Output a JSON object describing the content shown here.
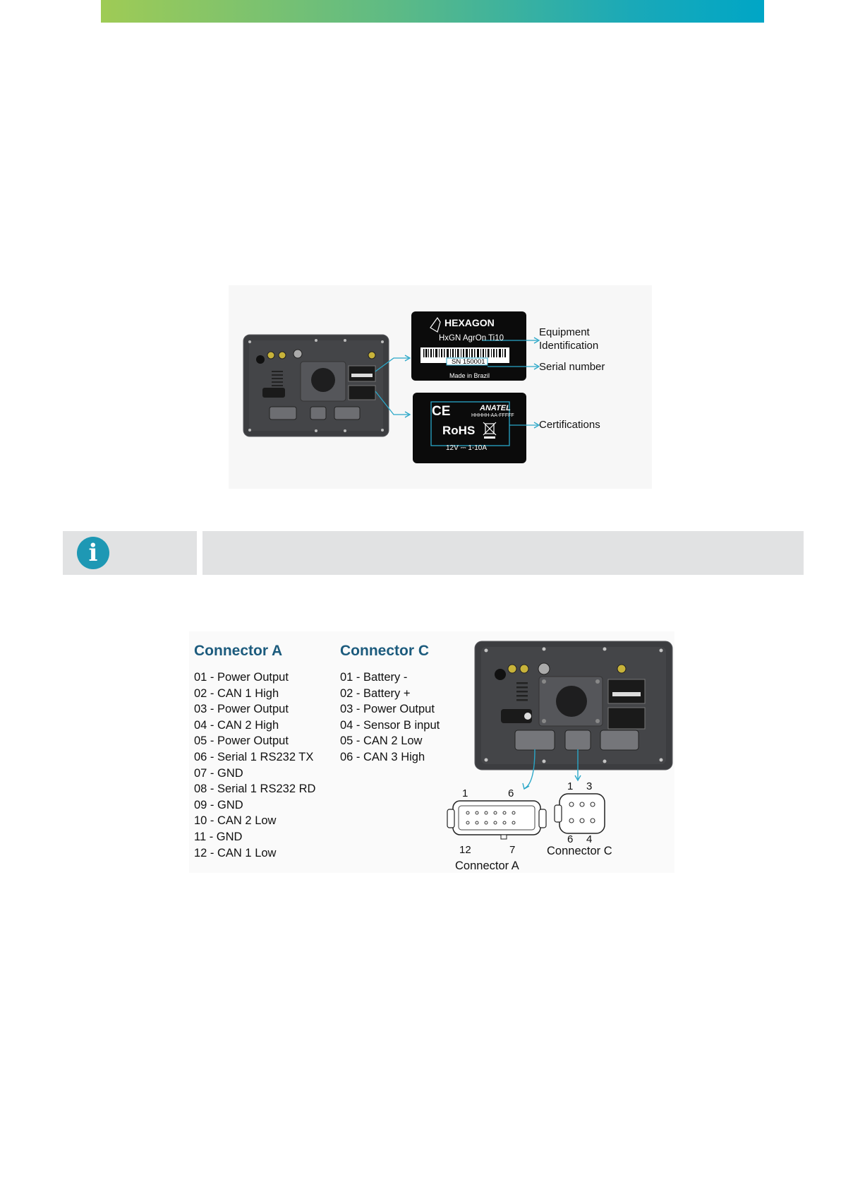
{
  "labels": {
    "tag_brand": "HEXAGON",
    "tag_model": "HxGN AgrOn Ti10",
    "tag_serial": "SN 150001",
    "tag_made_in": "Made in Brazil",
    "cert_ce": "CE",
    "cert_anatel": "ANATEL",
    "cert_code": "HHHHH-AA-FFFFF",
    "cert_rohs": "RoHS",
    "cert_power": "12V ⎓ 1-10A",
    "callout_equipment_line1": "Equipment",
    "callout_equipment_line2": "Identification",
    "callout_serial": "Serial number",
    "callout_cert": "Certifications"
  },
  "info": {
    "icon": "info-icon",
    "text": ""
  },
  "connectors": {
    "a": {
      "title": "Connector A",
      "pins": [
        "01 - Power Output",
        "02 - CAN 1 High",
        "03 - Power Output",
        "04 - CAN 2 High",
        "05 - Power Output",
        "06 - Serial 1 RS232 TX",
        "07 - GND",
        "08 - Serial 1 RS232 RD",
        "09 - GND",
        "10 - CAN 2 Low",
        "11 - GND",
        "12 - CAN 1 Low"
      ],
      "diagram_pin_1": "1",
      "diagram_pin_6": "6",
      "diagram_pin_12": "12",
      "diagram_pin_7": "7",
      "diagram_caption": "Connector A"
    },
    "c": {
      "title": "Connector C",
      "pins": [
        "01 - Battery -",
        "02 - Battery +",
        "03 - Power Output",
        "04 - Sensor B input",
        "05 - CAN 2 Low",
        "06 - CAN 3 High"
      ],
      "diagram_pin_1": "1",
      "diagram_pin_3": "3",
      "diagram_pin_6": "6",
      "diagram_pin_4": "4",
      "diagram_caption": "Connector C"
    }
  },
  "colors": {
    "accent_blue": "#1c5b7d",
    "callout_line": "#2aa7c8",
    "info_icon": "#1e98b4",
    "device_body": "#3c3d40"
  }
}
